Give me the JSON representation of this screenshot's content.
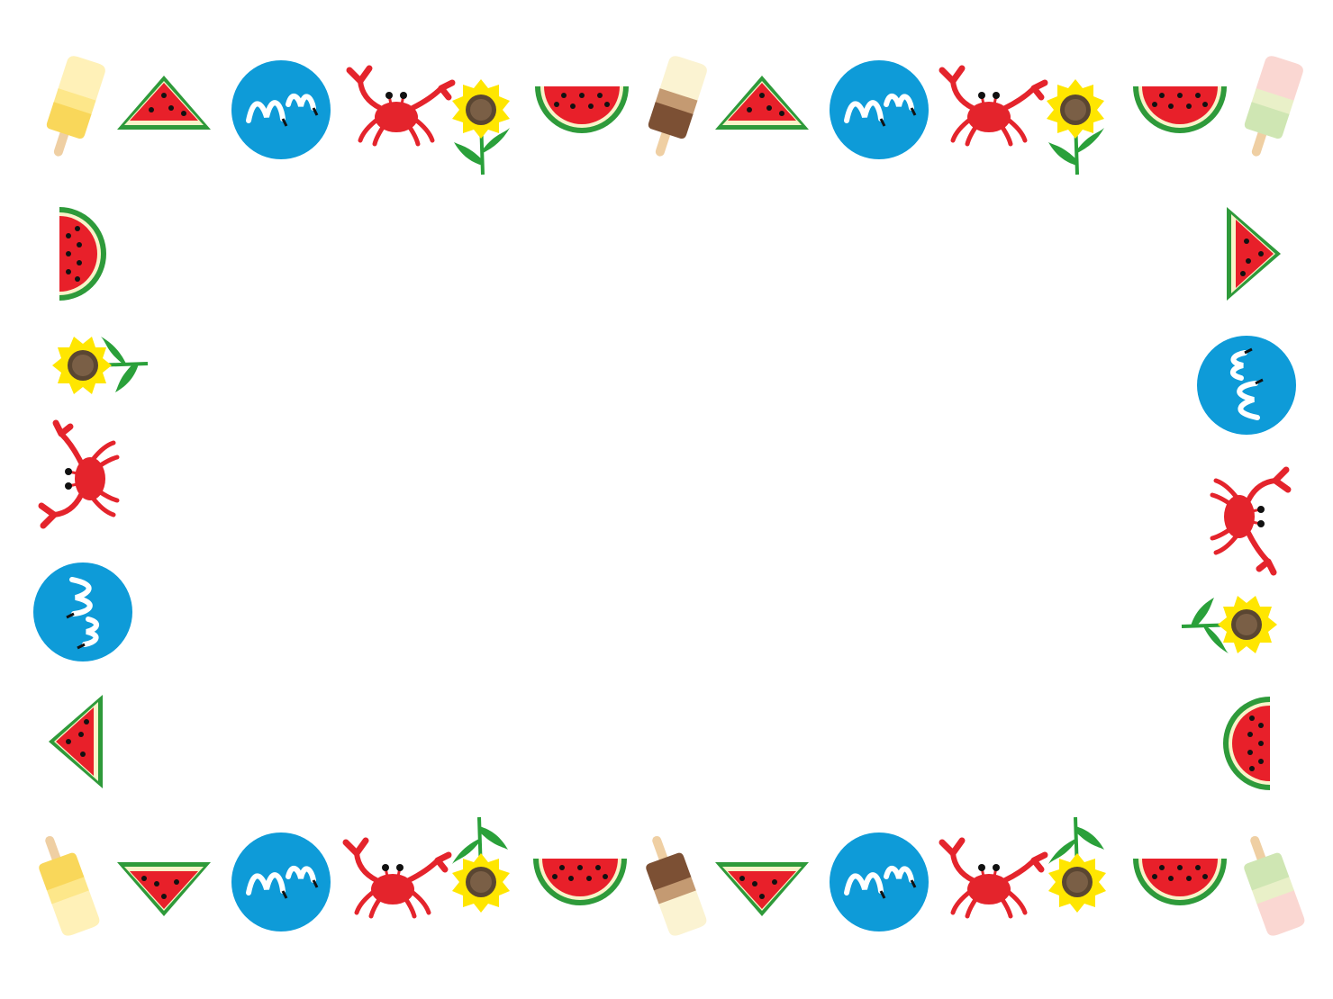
{
  "colors": {
    "background": "#ffffff",
    "watermelon_flesh": "#e8202a",
    "watermelon_rind": "#2e9a3a",
    "watermelon_pale": "#f8f3c8",
    "seed": "#111111",
    "wave_ball": "#0e9bd8",
    "wave_line": "#ffffff",
    "crab": "#e4242c",
    "sunflower_petal": "#ffe600",
    "sunflower_center": "#5a4632",
    "sunflower_core": "#7a5f46",
    "stem": "#2aa03a",
    "stick": "#efcfa3"
  },
  "popsicle_flavors": {
    "lemon": [
      "#fff1b8",
      "#fde78a",
      "#f9d75a"
    ],
    "choco": [
      "#fbf3d2",
      "#c49a72",
      "#7c5034"
    ],
    "melon": [
      "#fad7d2",
      "#e9f0c8",
      "#cfe6b3"
    ]
  },
  "top_row": [
    {
      "icon": "popsicle-icon",
      "flavor": "lemon"
    },
    {
      "icon": "watermelon-wedge-icon"
    },
    {
      "icon": "wave-ball-icon"
    },
    {
      "icon": "crab-icon"
    },
    {
      "icon": "sunflower-icon"
    },
    {
      "icon": "watermelon-halfmoon-icon"
    },
    {
      "icon": "popsicle-icon",
      "flavor": "choco"
    },
    {
      "icon": "watermelon-wedge-icon"
    },
    {
      "icon": "wave-ball-icon"
    },
    {
      "icon": "crab-icon"
    },
    {
      "icon": "sunflower-icon"
    },
    {
      "icon": "watermelon-halfmoon-icon"
    },
    {
      "icon": "popsicle-icon",
      "flavor": "melon"
    }
  ],
  "bottom_row": [
    {
      "icon": "popsicle-icon",
      "flavor": "lemon"
    },
    {
      "icon": "watermelon-wedge-icon"
    },
    {
      "icon": "wave-ball-icon"
    },
    {
      "icon": "crab-icon"
    },
    {
      "icon": "sunflower-icon"
    },
    {
      "icon": "watermelon-halfmoon-icon"
    },
    {
      "icon": "popsicle-icon",
      "flavor": "choco"
    },
    {
      "icon": "watermelon-wedge-icon"
    },
    {
      "icon": "wave-ball-icon"
    },
    {
      "icon": "crab-icon"
    },
    {
      "icon": "sunflower-icon"
    },
    {
      "icon": "watermelon-halfmoon-icon"
    },
    {
      "icon": "popsicle-icon",
      "flavor": "melon"
    }
  ],
  "left_column": [
    {
      "icon": "watermelon-halfmoon-icon"
    },
    {
      "icon": "sunflower-icon"
    },
    {
      "icon": "crab-icon"
    },
    {
      "icon": "wave-ball-icon"
    },
    {
      "icon": "watermelon-wedge-icon"
    }
  ],
  "right_column": [
    {
      "icon": "watermelon-wedge-icon"
    },
    {
      "icon": "wave-ball-icon"
    },
    {
      "icon": "crab-icon"
    },
    {
      "icon": "sunflower-icon"
    },
    {
      "icon": "watermelon-halfmoon-icon"
    }
  ]
}
